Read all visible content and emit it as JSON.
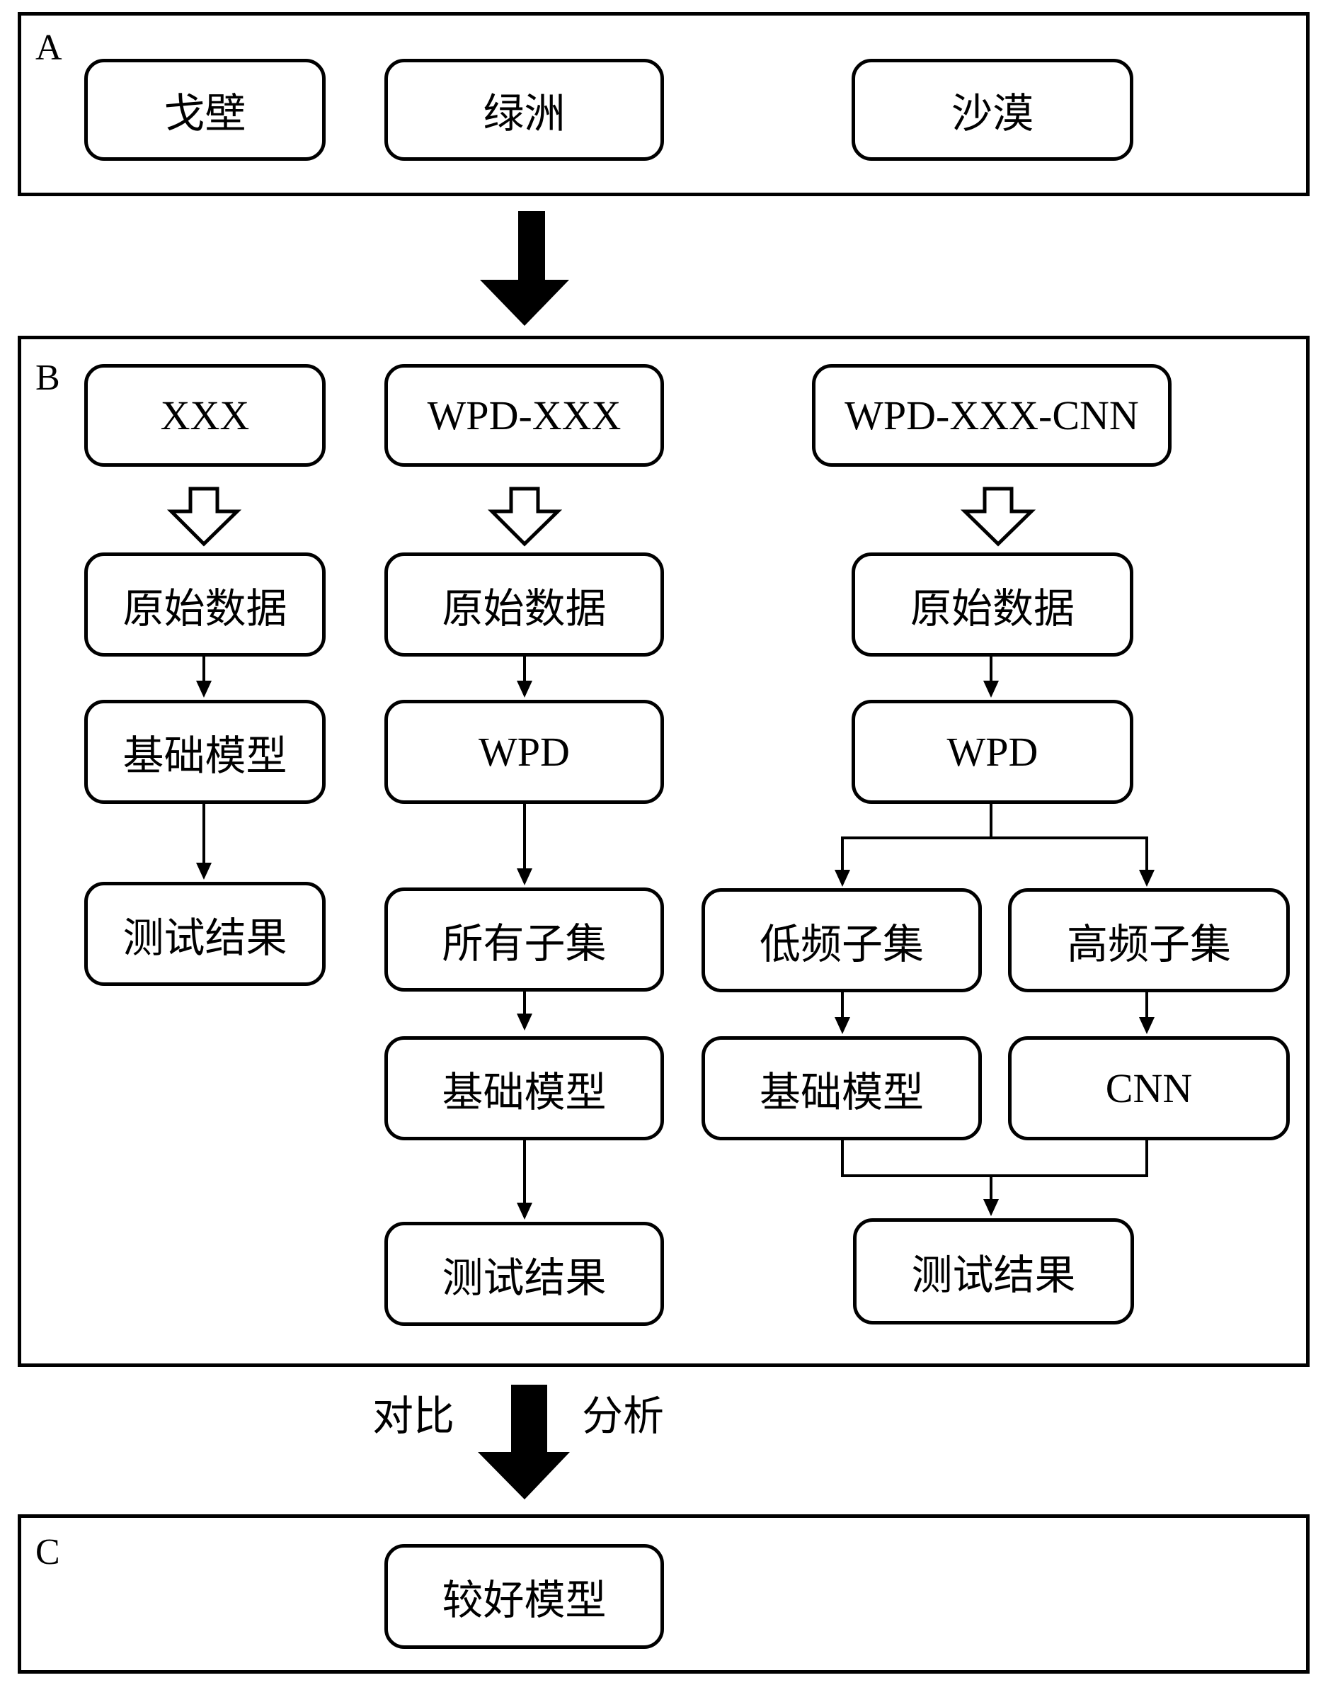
{
  "panels": {
    "a": {
      "label": "A"
    },
    "b": {
      "label": "B"
    },
    "c": {
      "label": "C"
    }
  },
  "regions": [
    "戈壁",
    "绿洲",
    "沙漠"
  ],
  "models": {
    "col1": {
      "title": "XXX",
      "raw_data": "原始数据",
      "base_model": "基础模型",
      "result": "测试结果"
    },
    "col2": {
      "title": "WPD-XXX",
      "raw_data": "原始数据",
      "wpd": "WPD",
      "all_subsets": "所有子集",
      "base_model": "基础模型",
      "result": "测试结果"
    },
    "col3": {
      "title": "WPD-XXX-CNN",
      "raw_data": "原始数据",
      "wpd": "WPD",
      "low_freq": "低频子集",
      "high_freq": "高频子集",
      "base_model": "基础模型",
      "cnn": "CNN",
      "result": "测试结果"
    }
  },
  "compare": {
    "left": "对比",
    "right": "分析"
  },
  "best_model": "较好模型"
}
